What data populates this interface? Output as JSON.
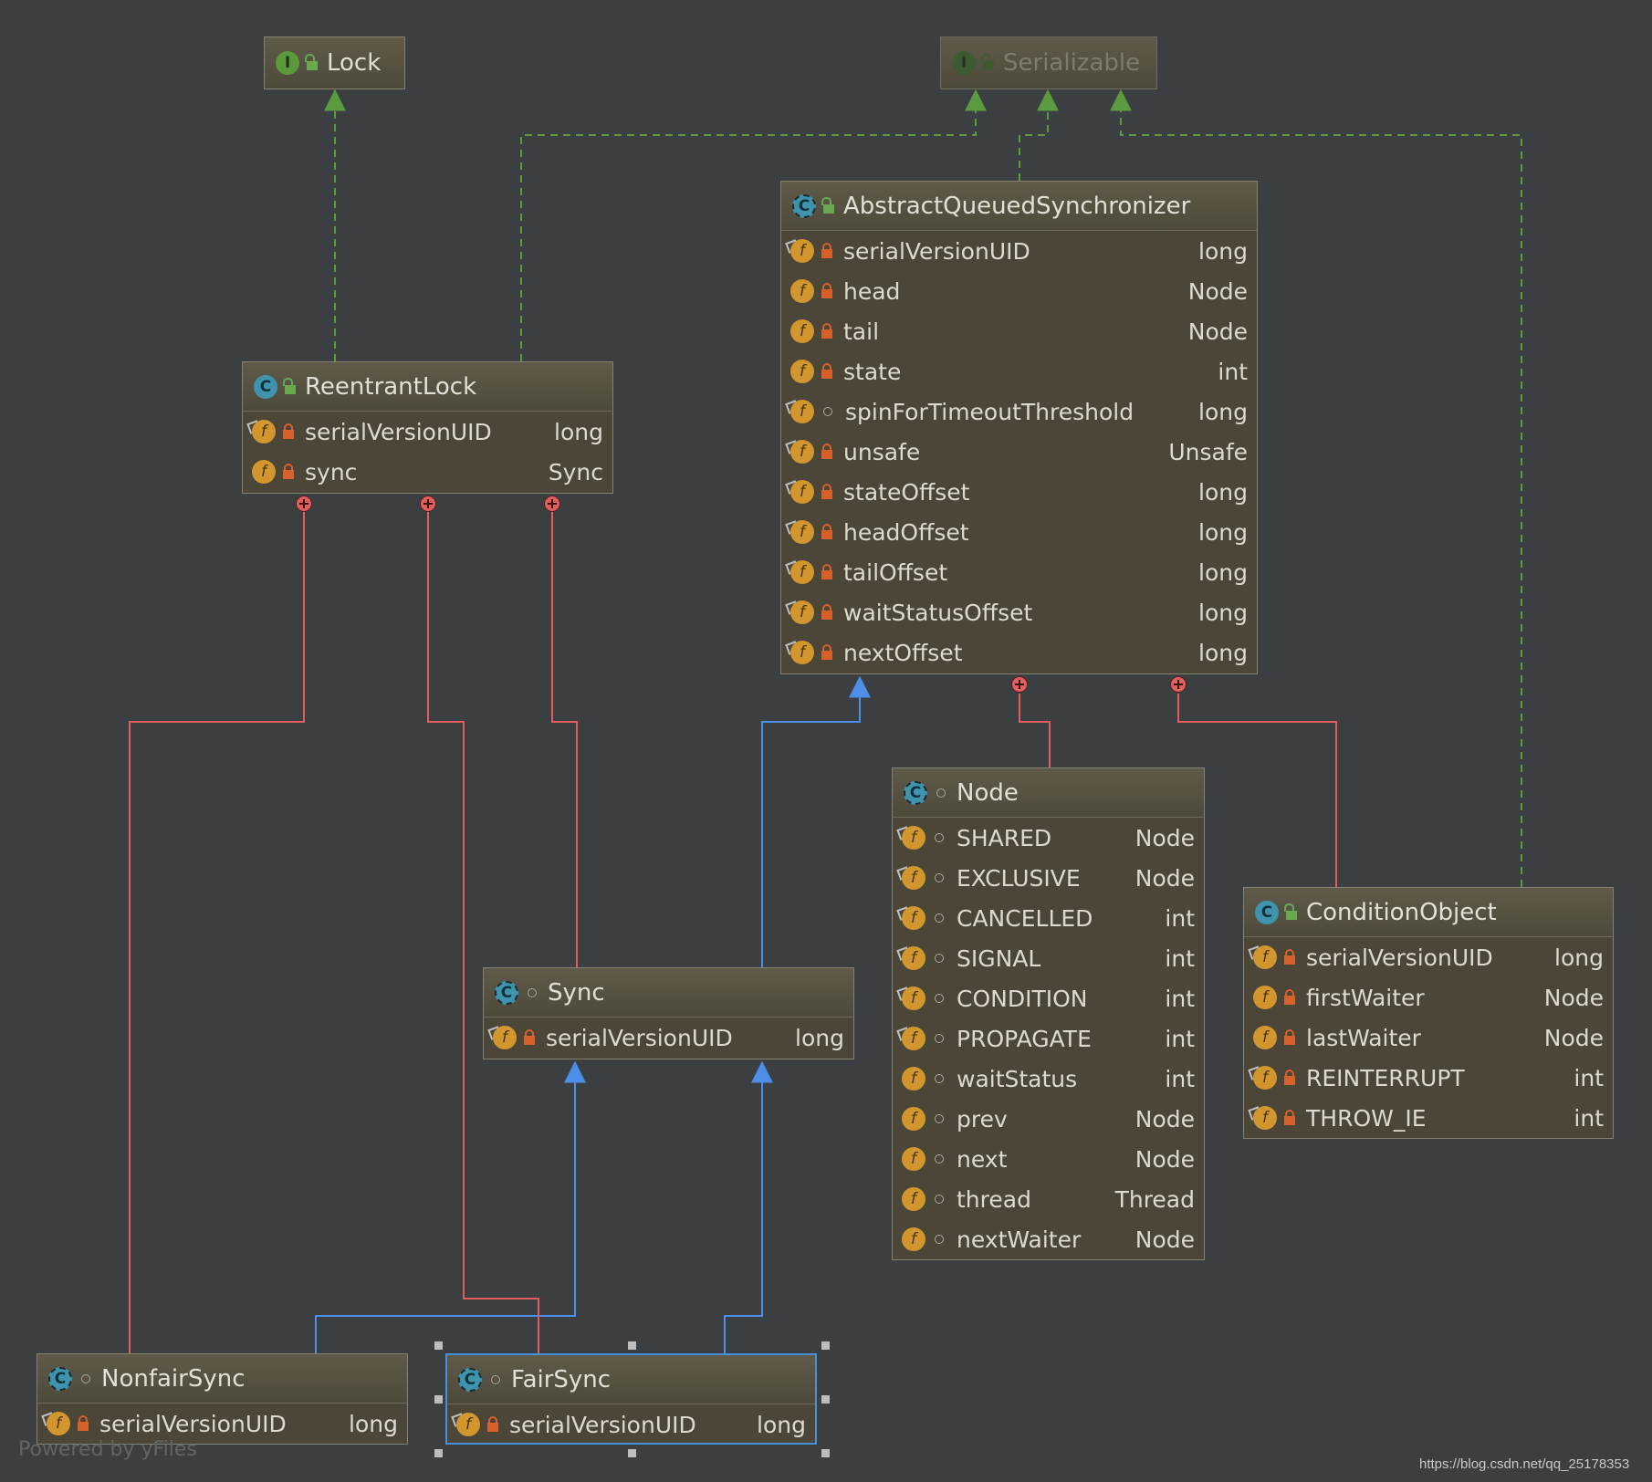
{
  "nodes": {
    "lock": {
      "name": "Lock",
      "kind": "interface",
      "badge": "I"
    },
    "serializable": {
      "name": "Serializable",
      "kind": "interface",
      "badge": "I"
    },
    "aqs": {
      "name": "AbstractQueuedSynchronizer",
      "kind": "abstract-class",
      "badge": "C",
      "fields": [
        {
          "name": "serialVersionUID",
          "type": "long"
        },
        {
          "name": "head",
          "type": "Node"
        },
        {
          "name": "tail",
          "type": "Node"
        },
        {
          "name": "state",
          "type": "int"
        },
        {
          "name": "spinForTimeoutThreshold",
          "type": "long"
        },
        {
          "name": "unsafe",
          "type": "Unsafe"
        },
        {
          "name": "stateOffset",
          "type": "long"
        },
        {
          "name": "headOffset",
          "type": "long"
        },
        {
          "name": "tailOffset",
          "type": "long"
        },
        {
          "name": "waitStatusOffset",
          "type": "long"
        },
        {
          "name": "nextOffset",
          "type": "long"
        }
      ]
    },
    "reentrant_lock": {
      "name": "ReentrantLock",
      "kind": "class",
      "badge": "C",
      "fields": [
        {
          "name": "serialVersionUID",
          "type": "long"
        },
        {
          "name": "sync",
          "type": "Sync"
        }
      ]
    },
    "sync": {
      "name": "Sync",
      "kind": "abstract-class",
      "badge": "C",
      "fields": [
        {
          "name": "serialVersionUID",
          "type": "long"
        }
      ]
    },
    "node": {
      "name": "Node",
      "kind": "class",
      "badge": "C",
      "fields": [
        {
          "name": "SHARED",
          "type": "Node"
        },
        {
          "name": "EXCLUSIVE",
          "type": "Node"
        },
        {
          "name": "CANCELLED",
          "type": "int"
        },
        {
          "name": "SIGNAL",
          "type": "int"
        },
        {
          "name": "CONDITION",
          "type": "int"
        },
        {
          "name": "PROPAGATE",
          "type": "int"
        },
        {
          "name": "waitStatus",
          "type": "int"
        },
        {
          "name": "prev",
          "type": "Node"
        },
        {
          "name": "next",
          "type": "Node"
        },
        {
          "name": "thread",
          "type": "Thread"
        },
        {
          "name": "nextWaiter",
          "type": "Node"
        }
      ]
    },
    "condition_object": {
      "name": "ConditionObject",
      "kind": "class",
      "badge": "C",
      "fields": [
        {
          "name": "serialVersionUID",
          "type": "long"
        },
        {
          "name": "firstWaiter",
          "type": "Node"
        },
        {
          "name": "lastWaiter",
          "type": "Node"
        },
        {
          "name": "REINTERRUPT",
          "type": "int"
        },
        {
          "name": "THROW_IE",
          "type": "int"
        }
      ]
    },
    "nonfair_sync": {
      "name": "NonfairSync",
      "kind": "class",
      "badge": "C",
      "fields": [
        {
          "name": "serialVersionUID",
          "type": "long"
        }
      ]
    },
    "fair_sync": {
      "name": "FairSync",
      "kind": "class",
      "badge": "C",
      "fields": [
        {
          "name": "serialVersionUID",
          "type": "long"
        }
      ]
    }
  },
  "field_badge": "f",
  "edges": [
    {
      "from": "reentrant_lock",
      "to": "lock",
      "type": "implements"
    },
    {
      "from": "reentrant_lock",
      "to": "serializable",
      "type": "implements"
    },
    {
      "from": "aqs",
      "to": "serializable",
      "type": "implements"
    },
    {
      "from": "condition_object",
      "to": "serializable",
      "type": "implements"
    },
    {
      "from": "sync",
      "to": "aqs",
      "type": "extends"
    },
    {
      "from": "nonfair_sync",
      "to": "sync",
      "type": "extends"
    },
    {
      "from": "fair_sync",
      "to": "sync",
      "type": "extends"
    },
    {
      "from": "reentrant_lock",
      "to": "nonfair_sync",
      "type": "inner-class"
    },
    {
      "from": "reentrant_lock",
      "to": "fair_sync",
      "type": "inner-class"
    },
    {
      "from": "reentrant_lock",
      "to": "sync",
      "type": "inner-class"
    },
    {
      "from": "aqs",
      "to": "node",
      "type": "inner-class"
    },
    {
      "from": "aqs",
      "to": "condition_object",
      "type": "inner-class"
    }
  ],
  "colors": {
    "background": "#3c3f41",
    "implements_edge": "#5b9a3e",
    "extends_edge": "#4d8fe8",
    "inner_class_edge": "#e35d5d",
    "selection": "#4a90d9"
  },
  "footer": {
    "powered_by": "Powered by yFiles",
    "watermark": "https://blog.csdn.net/qq_25178353"
  }
}
